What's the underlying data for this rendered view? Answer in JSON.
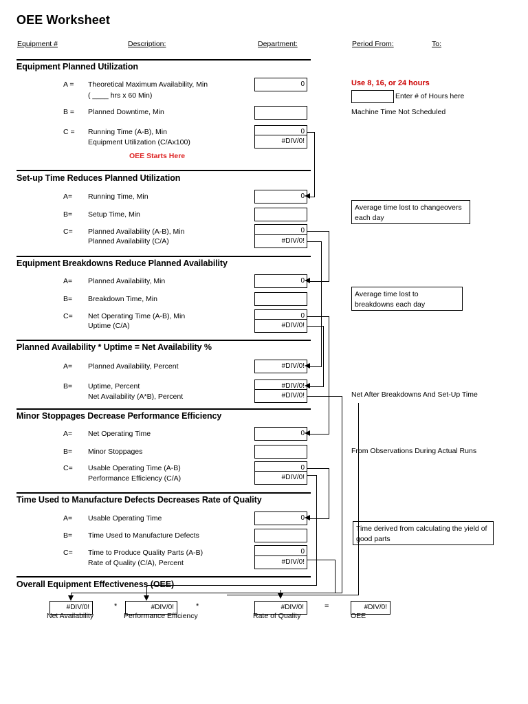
{
  "document": {
    "title": "OEE Worksheet"
  },
  "header_fields": [
    {
      "label": "Equipment #"
    },
    {
      "label": "Description:"
    },
    {
      "label": "Department:"
    },
    {
      "label": "Period From:"
    },
    {
      "label": "To:"
    }
  ],
  "sections": {
    "s1": {
      "title": "Equipment Planned Utilization",
      "rows": [
        {
          "var": "A =",
          "desc": "Theoretical Maximum Availability, Min",
          "desc2": "(  ____  hrs x 60 Min)",
          "value": "0"
        },
        {
          "var": "B =",
          "desc": "Planned Downtime, Min",
          "value": ""
        },
        {
          "var": "C =",
          "desc": "Running Time (A-B), Min",
          "desc2": "Equipment Utilization (C/Ax100)",
          "value": "0",
          "value2": "#DIV/0!"
        }
      ],
      "red_note": "OEE Starts Here",
      "side_note_red": "Use 8, 16, or 24 hours",
      "side_note_hours": "Enter # of Hours here",
      "side_note_plain": "Machine Time Not Scheduled",
      "hours_value": ""
    },
    "s2": {
      "title": "Set-up Time Reduces Planned Utilization",
      "rows": [
        {
          "var": "A=",
          "desc": "Running Time, Min",
          "value": "0"
        },
        {
          "var": "B=",
          "desc": "Setup Time, Min",
          "value": ""
        },
        {
          "var": "C=",
          "desc": "Planned Availability (A-B), Min",
          "desc2": "Planned Availability (C/A)",
          "value": "0",
          "value2": "#DIV/0!"
        }
      ],
      "callout": "Average time lost to changeovers each day"
    },
    "s3": {
      "title": "Equipment Breakdowns Reduce Planned Availability",
      "rows": [
        {
          "var": "A=",
          "desc": "Planned Availability, Min",
          "value": "0"
        },
        {
          "var": "B=",
          "desc": "Breakdown Time, Min",
          "value": ""
        },
        {
          "var": "C=",
          "desc": "Net Operating Time (A-B), Min",
          "desc2": "Uptime (C/A)",
          "value": "0",
          "value2": "#DIV/0!"
        }
      ],
      "callout": "Average time lost to breakdowns each day"
    },
    "s4": {
      "title": "Planned Availability * Uptime = Net Availability %",
      "rows": [
        {
          "var": "A=",
          "desc": "Planned Availability, Percent",
          "value": "#DIV/0!"
        },
        {
          "var": "B=",
          "desc": "Uptime, Percent",
          "desc2": "Net Availability (A*B), Percent",
          "value": "#DIV/0!",
          "value2": "#DIV/0!"
        }
      ],
      "side_note_plain": "Net After Breakdowns And Set-Up Time"
    },
    "s5": {
      "title": "Minor Stoppages Decrease Performance Efficiency",
      "rows": [
        {
          "var": "A=",
          "desc": "Net Operating Time",
          "value": "0"
        },
        {
          "var": "B=",
          "desc": "Minor Stoppages",
          "value": ""
        },
        {
          "var": "C=",
          "desc": "Usable Operating Time (A-B)",
          "desc2": "Performance Efficiency (C/A)",
          "value": "0",
          "value2": "#DIV/0!"
        }
      ],
      "side_note_plain": "From Observations During Actual Runs"
    },
    "s6": {
      "title": "Time Used to Manufacture Defects Decreases Rate of Quality",
      "rows": [
        {
          "var": "A=",
          "desc": "Usable Operating Time",
          "value": "0"
        },
        {
          "var": "B=",
          "desc": "Time Used to Manufacture Defects",
          "value": ""
        },
        {
          "var": "C=",
          "desc": "Time to Produce Quality Parts (A-B)",
          "desc2": "Rate of Quality (C/A), Percent",
          "value": "0",
          "value2": "#DIV/0!"
        }
      ],
      "callout": "Time derived from calculating the yield of good parts"
    },
    "s7": {
      "title": "Overall Equipment Effectiveness (OEE)",
      "terms": [
        {
          "value": "#DIV/0!",
          "caption": "Net Availability"
        },
        {
          "value": "#DIV/0!",
          "caption": "Performance Efficiency"
        },
        {
          "value": "#DIV/0!",
          "caption": "Rate of Quality"
        },
        {
          "value": "#DIV/0!",
          "caption": "OEE"
        }
      ],
      "operators": [
        "*",
        "*",
        "="
      ]
    }
  },
  "colors": {
    "ink": "#000000",
    "red_accent": "#cc0000",
    "page": "#ffffff"
  }
}
